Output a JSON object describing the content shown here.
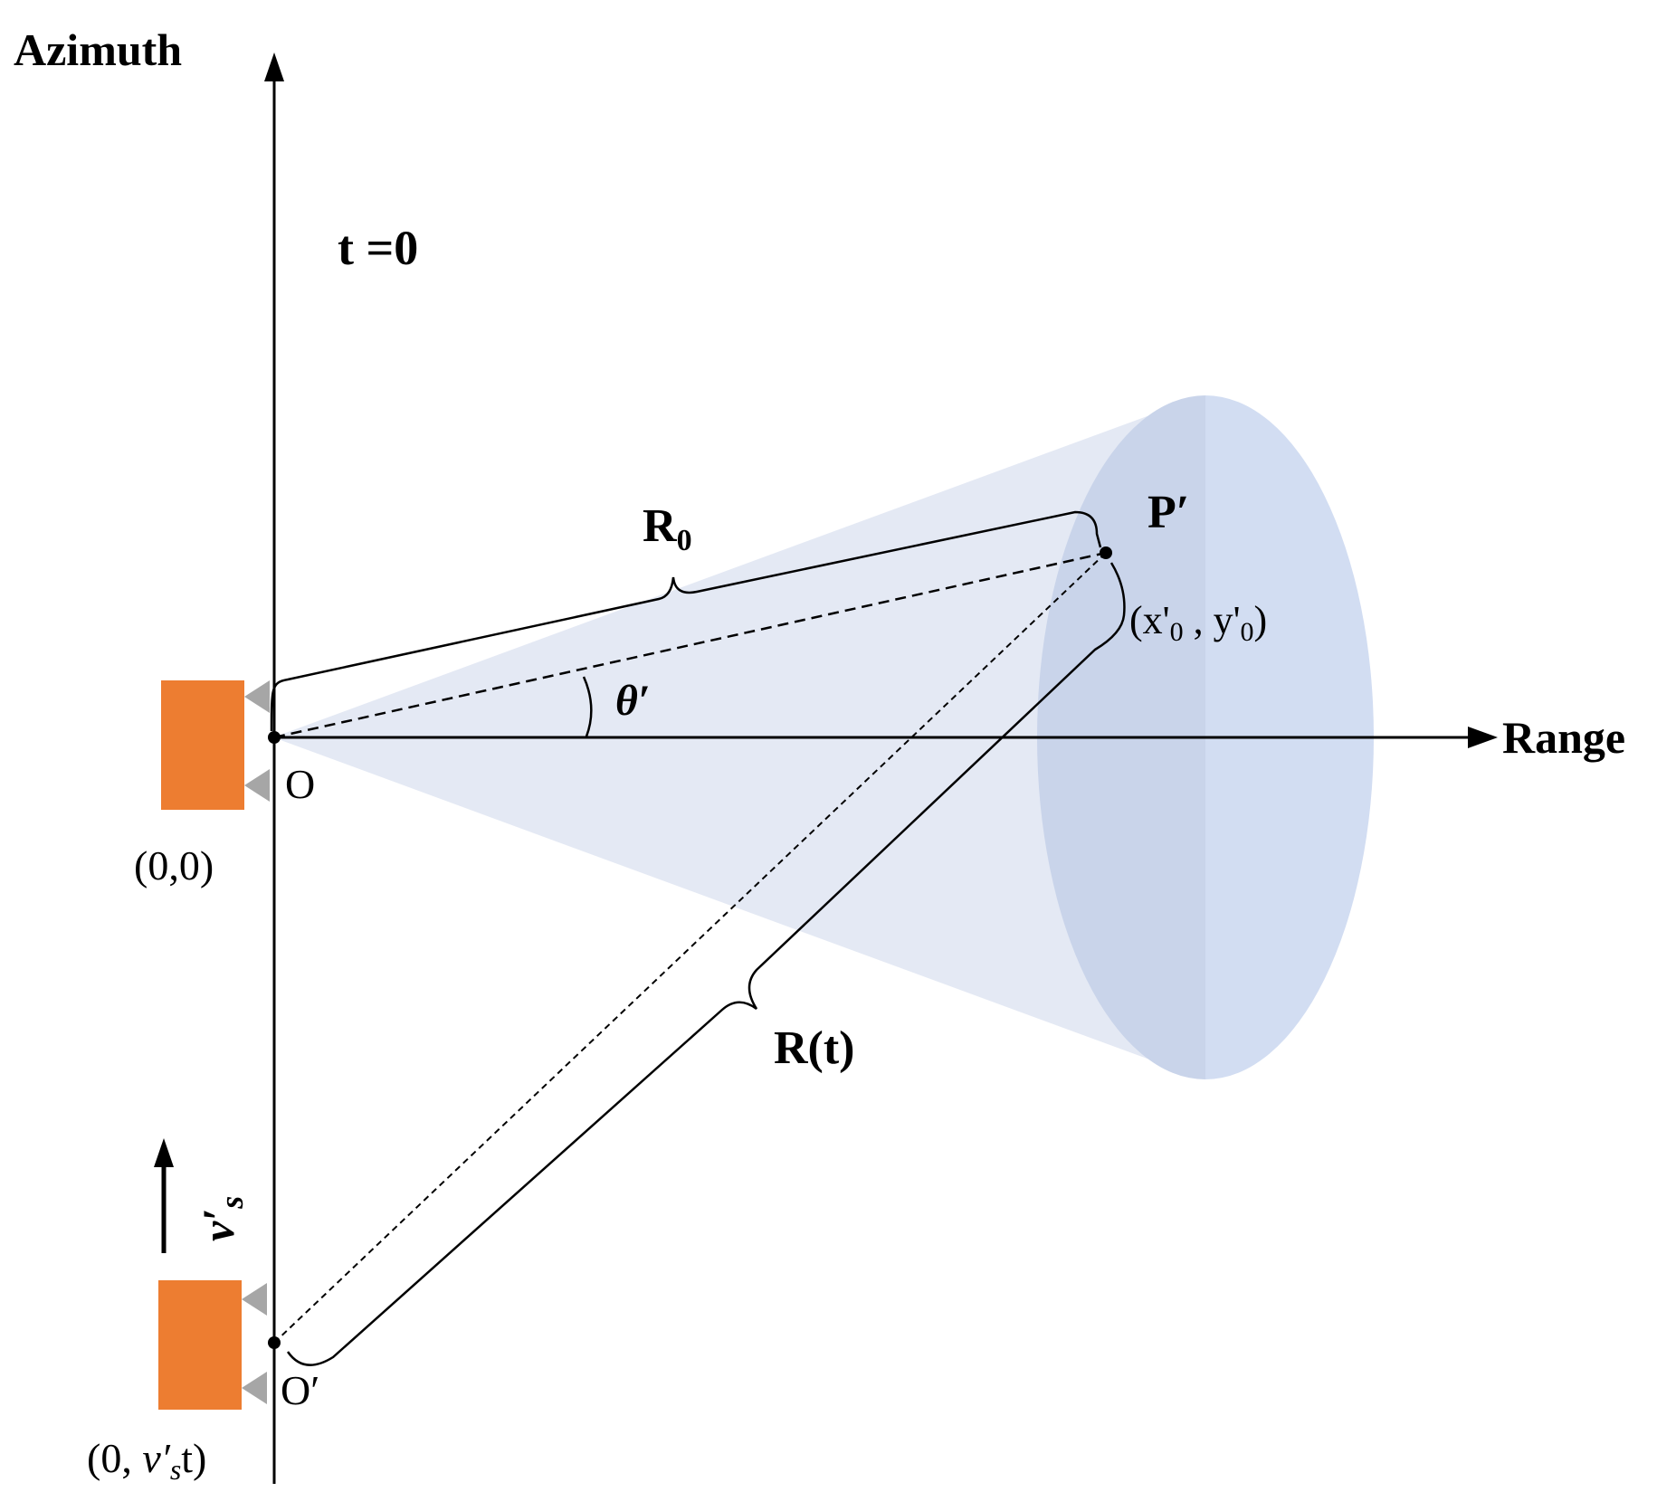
{
  "axes": {
    "azimuth_label": "Azimuth",
    "range_label": "Range"
  },
  "time_label": "t =0",
  "points": {
    "origin_name": "O",
    "origin_coord": "(0,0)",
    "moved_name": "O′",
    "moved_coord_prefix": "(0, ",
    "moved_coord_v": "v′",
    "moved_coord_sub": "s",
    "moved_coord_suffix": "t)",
    "target_name": "P′",
    "target_coord_open": "(x'",
    "target_coord_sub1": "0",
    "target_coord_mid": " , y'",
    "target_coord_sub2": "0",
    "target_coord_close": ")"
  },
  "distances": {
    "r0_main": "R",
    "r0_sub": "0",
    "rt": "R(t)"
  },
  "angle_label": "θ′",
  "velocity": {
    "main": "v′",
    "sub": "s"
  },
  "colors": {
    "radar": "#ED7D31",
    "antenna": "#A6A6A6",
    "beam": "#E4E9F4",
    "ellipse_left": "#C9D4EA",
    "ellipse_right": "#D2DDF2",
    "line": "#000000"
  }
}
